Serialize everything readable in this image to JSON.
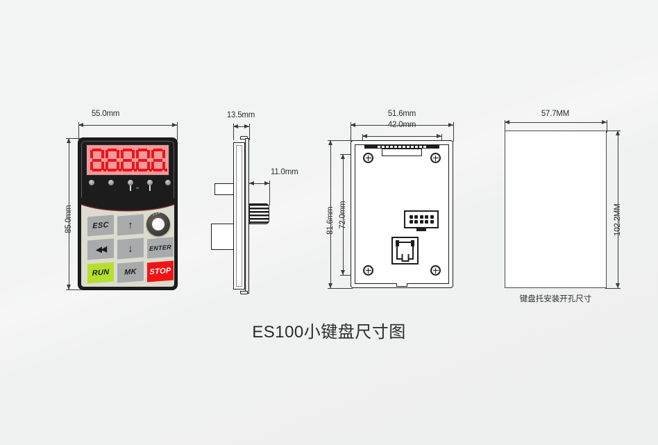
{
  "title": "ES100小键盘尺寸图",
  "views": {
    "front": {
      "name": "front-view",
      "dim_width": "55.0mm",
      "dim_height": "85.0mm",
      "display": {
        "digits": [
          "8.",
          "8.",
          "8.",
          "8.",
          "8."
        ],
        "digit_count": 5
      },
      "indicator_label": "Hz",
      "keys": [
        {
          "id": "esc",
          "label": "ESC"
        },
        {
          "id": "up",
          "label": "↑"
        },
        {
          "id": "knob",
          "label": ""
        },
        {
          "id": "rev",
          "label": "◀◀"
        },
        {
          "id": "down",
          "label": "↓"
        },
        {
          "id": "enter",
          "label": "ENTER"
        },
        {
          "id": "run",
          "label": "RUN"
        },
        {
          "id": "mk",
          "label": "MK"
        },
        {
          "id": "stop",
          "label": "STOP"
        }
      ]
    },
    "side": {
      "name": "side-view",
      "dim_depth": "13.5mm",
      "dim_knob": "11.0mm"
    },
    "back": {
      "name": "back-view",
      "dim_outer_width": "51.6mm",
      "dim_inner_width": "42.0mm",
      "dim_outer_height": "81.6mm",
      "dim_inner_height": "72.0mm"
    },
    "cutout": {
      "name": "mounting-cutout-view",
      "dim_width": "57.7MM",
      "dim_height": "102.2MM",
      "caption": "键盘托安装开孔尺寸"
    }
  },
  "colors": {
    "background": "#f1f2f2",
    "body": "#1c1c1c",
    "lcd_background": "#ee9a9e",
    "lcd_segment": "#f01414",
    "keypad_face": "#dcdcce",
    "key_gray": "#a9aaac",
    "key_run": "#b6e02e",
    "key_stop": "#f11414",
    "line": "#1d1d1d",
    "dimension_line": "#3a3a3a",
    "text": "#2b2b2b"
  }
}
